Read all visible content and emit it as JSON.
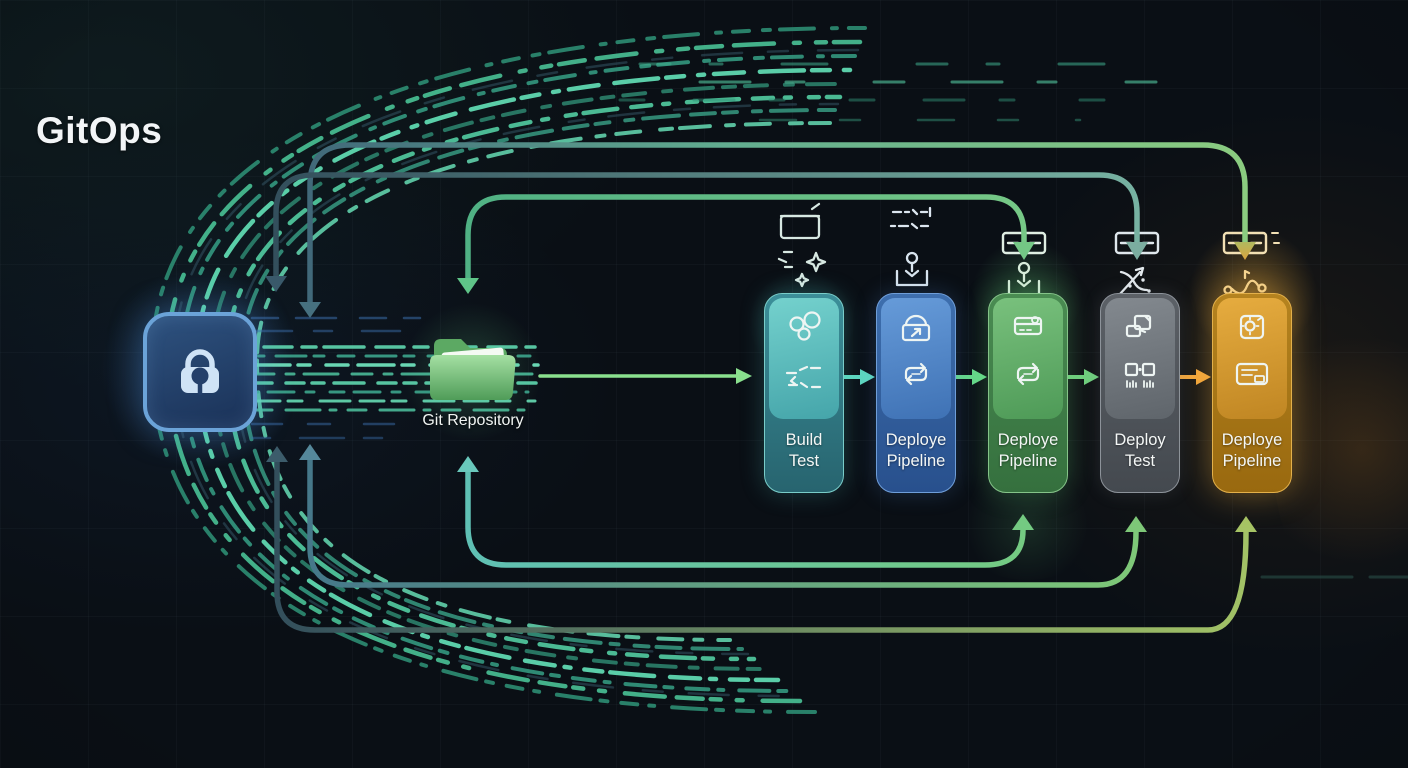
{
  "title": "GitOps",
  "security_node": {
    "icon": "lock-icon",
    "accent_color": "#7fb2e0"
  },
  "git_repository": {
    "label": "Git Repository",
    "icon": "folder-icon",
    "accent_color": "#6fbf76"
  },
  "pipeline": {
    "stages": [
      {
        "label_line1": "Build",
        "label_line2": "Test",
        "color": "#48a8ae",
        "body_icons": [
          "circles-cluster-icon",
          "code-dashes-icon"
        ],
        "header_icons": [
          "open-box-icon",
          "sparkles-icon"
        ]
      },
      {
        "label_line1": "Deploye",
        "label_line2": "Pipeline",
        "color": "#4a7fc0",
        "body_icons": [
          "package-download-icon",
          "sync-arrows-icon"
        ],
        "header_icons": [
          "code-lines-icon",
          "pin-box-icon"
        ]
      },
      {
        "label_line1": "Deploye",
        "label_line2": "Pipeline",
        "color": "#58a05f",
        "body_icons": [
          "card-coin-icon",
          "sync-arrows-icon"
        ],
        "header_icons": [
          "down-arrow-tray-icon",
          "pin-box-icon"
        ]
      },
      {
        "label_line1": "Deploy",
        "label_line2": "Test",
        "color": "#70767d",
        "body_icons": [
          "stacked-docs-icon",
          "checkout-barcode-icon"
        ],
        "header_icons": [
          "down-arrow-tray-icon",
          "crossed-paths-icon"
        ]
      },
      {
        "label_line1": "Deploye",
        "label_line2": "Pipeline",
        "color": "#d1942c",
        "body_icons": [
          "gear-doc-icon",
          "list-card-icon"
        ],
        "header_icons": [
          "down-arrow-tray-icon",
          "route-nodes-icon"
        ]
      }
    ]
  },
  "flow": {
    "forward_arrow_colors": [
      "#8ae08e",
      "#5fd8c0",
      "#66d98a",
      "#70cf7e",
      "#f2a63c"
    ],
    "top_return_lines": 3,
    "bottom_return_lines": 3,
    "stream_color": "#49c296"
  }
}
